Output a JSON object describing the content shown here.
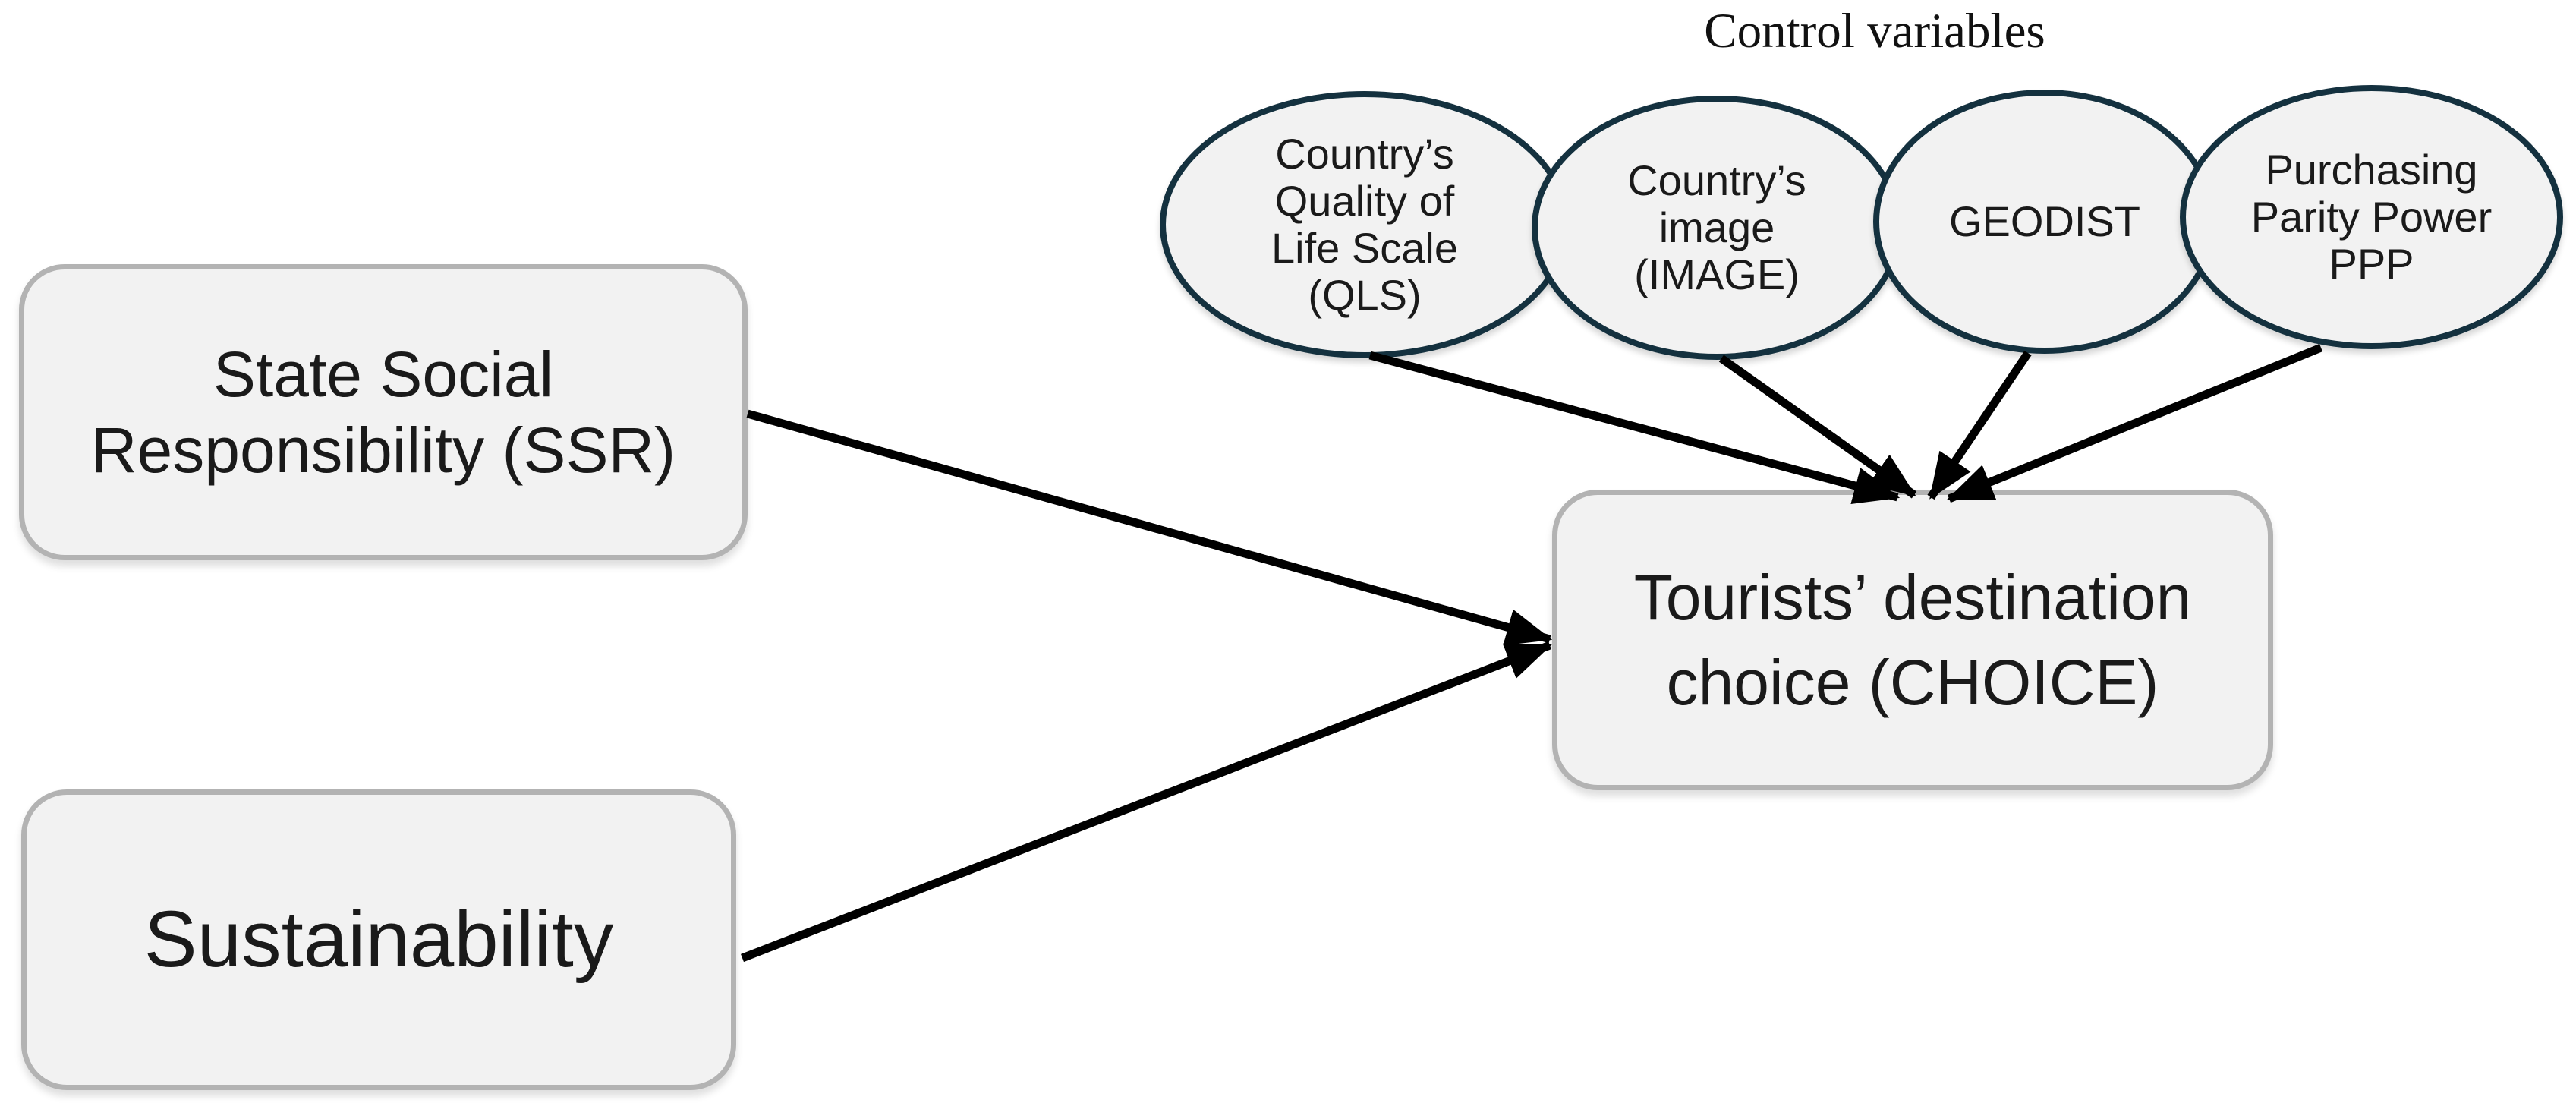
{
  "title": "Control variables",
  "ellipses": {
    "qls": {
      "line1": "Country’s",
      "line2": "Quality of",
      "line3": "Life Scale",
      "line4": "(QLS)"
    },
    "image": {
      "line1": "Country’s",
      "line2": "image",
      "line3": "(IMAGE)"
    },
    "geodist": {
      "line1": "GEODIST"
    },
    "ppp": {
      "line1": "Purchasing",
      "line2": "Parity Power",
      "line3": "PPP"
    }
  },
  "boxes": {
    "ssr": {
      "line1": "State Social",
      "line2": "Responsibility (SSR)"
    },
    "sustainability": {
      "line1": "Sustainability"
    },
    "choice": {
      "line1": "Tourists’ destination",
      "line2": "choice (CHOICE)"
    }
  },
  "edges": [
    {
      "from": "ssr",
      "to": "choice"
    },
    {
      "from": "sustainability",
      "to": "choice"
    },
    {
      "from": "qls",
      "to": "choice"
    },
    {
      "from": "image",
      "to": "choice"
    },
    {
      "from": "geodist",
      "to": "choice"
    },
    {
      "from": "ppp",
      "to": "choice"
    }
  ],
  "colors": {
    "node_fill": "#f2f2f2",
    "node_border": "#b3b3b3",
    "ellipse_border": "#14313f",
    "arrow": "#000000",
    "text": "#1a1a1a"
  }
}
